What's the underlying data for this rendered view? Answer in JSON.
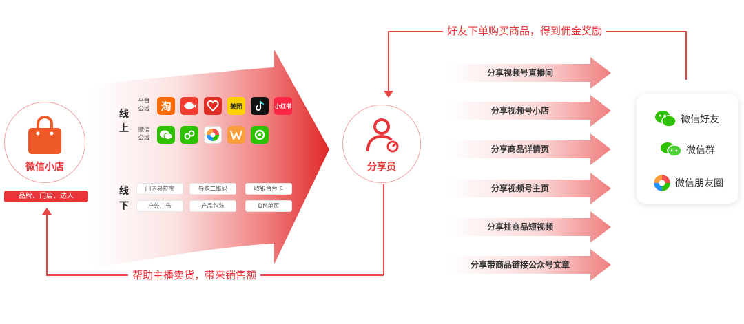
{
  "shop": {
    "title": "微信小店",
    "subtitle": "品牌、门店、达人"
  },
  "top_caption": "好友下单购买商品，得到佣金奖励",
  "bottom_caption": "帮助主播卖货，带来销售额",
  "online": {
    "label_1": "线",
    "label_2": "上",
    "platform_label_1": "平台",
    "platform_label_2": "公域",
    "platform_apps": [
      {
        "name": "taobao-icon",
        "text": "淘",
        "color": "#ff6a00"
      },
      {
        "name": "fish-icon",
        "text": "",
        "color": "#f23a2f"
      },
      {
        "name": "pinduoduo-icon",
        "text": "",
        "color": "#e02e24"
      },
      {
        "name": "meituan-icon",
        "text": "美团",
        "color": "#ffd100"
      },
      {
        "name": "douyin-icon",
        "text": "",
        "color": "#111111"
      },
      {
        "name": "xiaohongshu-icon",
        "text": "小红书",
        "color": "#ff2442"
      }
    ],
    "wechat_label_1": "微信",
    "wechat_label_2": "公域",
    "wechat_apps": [
      {
        "name": "wechat-icon",
        "color": "#2dc100"
      },
      {
        "name": "mini-program-icon",
        "color": "#2dc100"
      },
      {
        "name": "moments-icon",
        "color": "#ffffff"
      },
      {
        "name": "channels-icon",
        "color": "#fa9d3b"
      },
      {
        "name": "search-icon",
        "color": "#2dc100"
      }
    ]
  },
  "offline": {
    "label_1": "线",
    "label_2": "下",
    "chips": [
      "门店易拉宝",
      "导购二维码",
      "收银台台卡",
      "户外广告",
      "产品包装",
      "DM单页"
    ]
  },
  "sharer": {
    "title": "分享员"
  },
  "share_methods": [
    "分享视频号直播间",
    "分享视频号小店",
    "分享商品详情页",
    "分享视频号主页",
    "分享挂商品短视频",
    "分享带商品链接公众号文章"
  ],
  "wechat_targets": [
    "微信好友",
    "微信群",
    "微信朋友圈"
  ],
  "colors": {
    "accent": "#e8353a",
    "line": "#e64646",
    "arrow_light": "#f3a7a7"
  }
}
